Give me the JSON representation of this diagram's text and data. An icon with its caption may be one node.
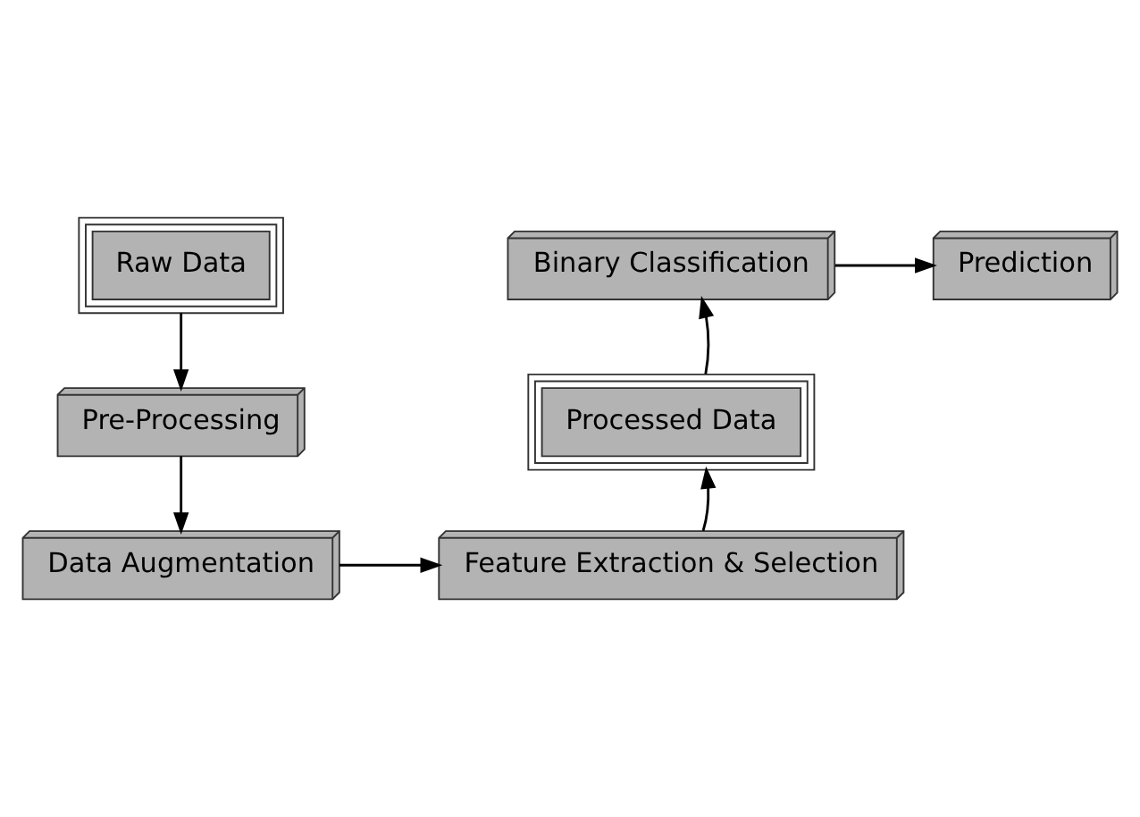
{
  "diagram": {
    "nodes": [
      {
        "text": [
          "Raw Data"
        ]
      },
      {
        "text": [
          "Pre-Processing"
        ]
      },
      {
        "text": [
          "Data Augmentation"
        ]
      },
      {
        "text": [
          "Feature Extraction & Selection"
        ]
      },
      {
        "text": [
          "Processed Data"
        ]
      },
      {
        "text": [
          "Binary Classification"
        ]
      },
      {
        "text": [
          "Prediction"
        ]
      }
    ],
    "edges": [
      {
        "from": 0,
        "to": 1,
        "arrow": "to"
      },
      {
        "from": 1,
        "to": 2,
        "arrow": "to"
      },
      {
        "from": 2,
        "to": 3,
        "arrow": "to"
      },
      {
        "from": 3,
        "to": 4,
        "arrow": "to"
      },
      {
        "from": 4,
        "to": 5,
        "arrow": "to"
      },
      {
        "from": 5,
        "to": 6,
        "arrow": "to"
      }
    ]
  }
}
